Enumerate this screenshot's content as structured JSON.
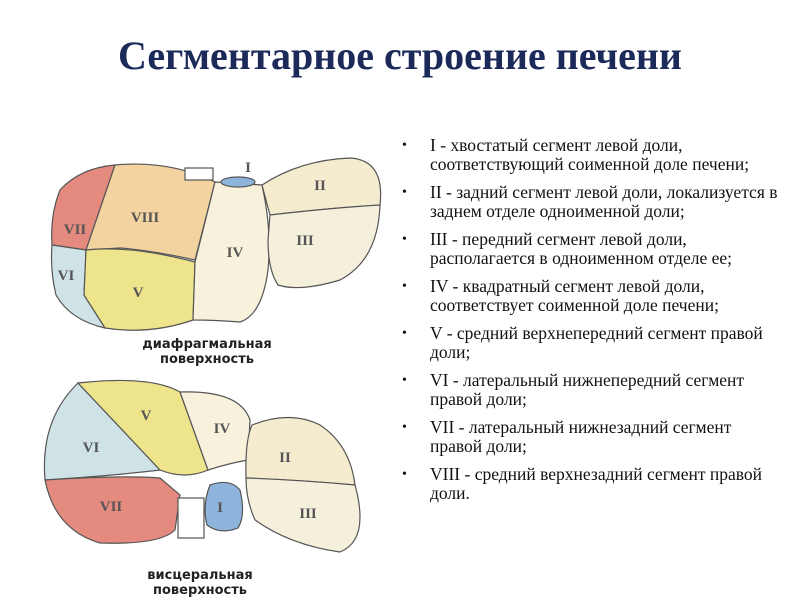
{
  "title": "Сегментарное строение печени",
  "diagram": {
    "top_caption": [
      "диафрагмальная",
      "поверхность"
    ],
    "bottom_caption": [
      "висцеральная",
      "поверхность"
    ],
    "segment_labels": [
      "I",
      "II",
      "III",
      "IV",
      "V",
      "VI",
      "VII",
      "VIII"
    ],
    "colors": {
      "VII": "#e58a7e",
      "VI": "#cfe3e6",
      "VIII": "#f3d3a0",
      "V": "#eee48c",
      "IV": "#f8f1dc",
      "II": "#f5ecd0",
      "III": "#f5f0dc",
      "I": "#8fb4dc"
    }
  },
  "list": [
    "I - хвостатый сегмент левой доли, соответствующий соименной доле печени;",
    "II - задний сегмент левой доли, локализуется в заднем отделе одноименной доли;",
    "III - передний сегмент левой доли, располагается в одноименном отделе ее;",
    "IV - квадратный сегмент левой доли, соответствует соименной доле печени;",
    "V - средний верхнепередний сегмент правой доли;",
    "VI - латеральный нижнепередний сегмент правой доли;",
    "VII - латеральный нижнезадний сегмент правой доли;",
    "VIII - средний верхнезадний сегмент правой доли."
  ],
  "bullet": "•"
}
